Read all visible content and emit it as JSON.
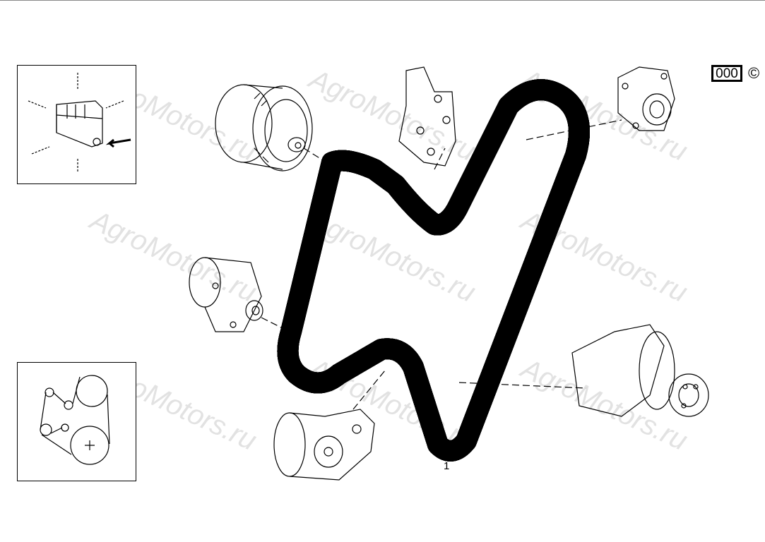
{
  "watermark": "AgroMotors.ru",
  "code_label": "000",
  "copyright_symbol": "©",
  "callouts": [
    "1"
  ]
}
